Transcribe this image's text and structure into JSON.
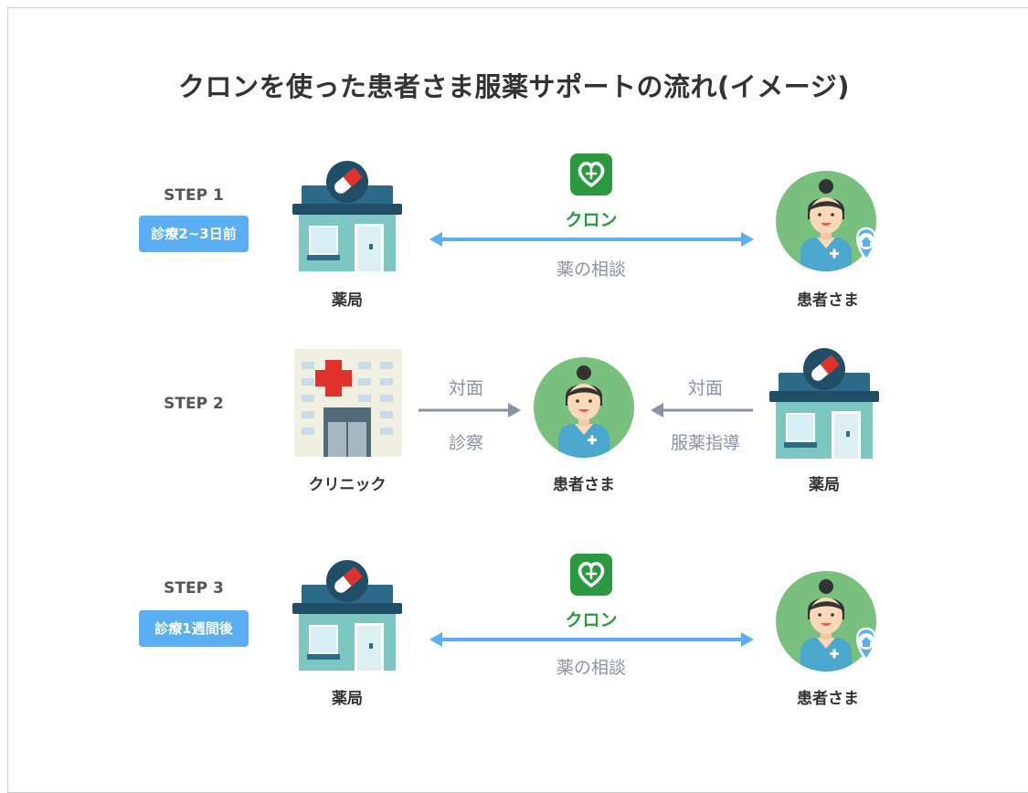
{
  "title": "クロンを使った患者さま服薬サポートの流れ(イメージ)",
  "colors": {
    "badge_blue": "#5aaef4",
    "arrow_blue": "#5aaef4",
    "arrow_gray": "#8a93a6",
    "brand_green": "#2a9a3e",
    "pharmacy_roof": "#2c6a8a",
    "building_teal": "#7cc7c2",
    "patient_circle": "#79c07f",
    "clinic_red": "#e0312b"
  },
  "steps": [
    {
      "label": "STEP 1",
      "timing": "診療2~3日前",
      "left_caption": "薬局",
      "app_name": "クロン",
      "flow_label": "薬の相談",
      "right_caption": "患者さま",
      "icons": [
        "pharmacy-icon",
        "kuron-app-icon",
        "patient-at-home-icon"
      ]
    },
    {
      "label": "STEP 2",
      "left_caption": "クリニック",
      "left_flow_top": "対面",
      "left_flow_bottom": "診察",
      "center_caption": "患者さま",
      "right_flow_top": "対面",
      "right_flow_bottom": "服薬指導",
      "right_caption": "薬局",
      "icons": [
        "clinic-icon",
        "patient-icon",
        "pharmacy-icon"
      ]
    },
    {
      "label": "STEP 3",
      "timing": "診療1週間後",
      "left_caption": "薬局",
      "app_name": "クロン",
      "flow_label": "薬の相談",
      "right_caption": "患者さま",
      "icons": [
        "pharmacy-icon",
        "kuron-app-icon",
        "patient-at-home-icon"
      ]
    }
  ]
}
